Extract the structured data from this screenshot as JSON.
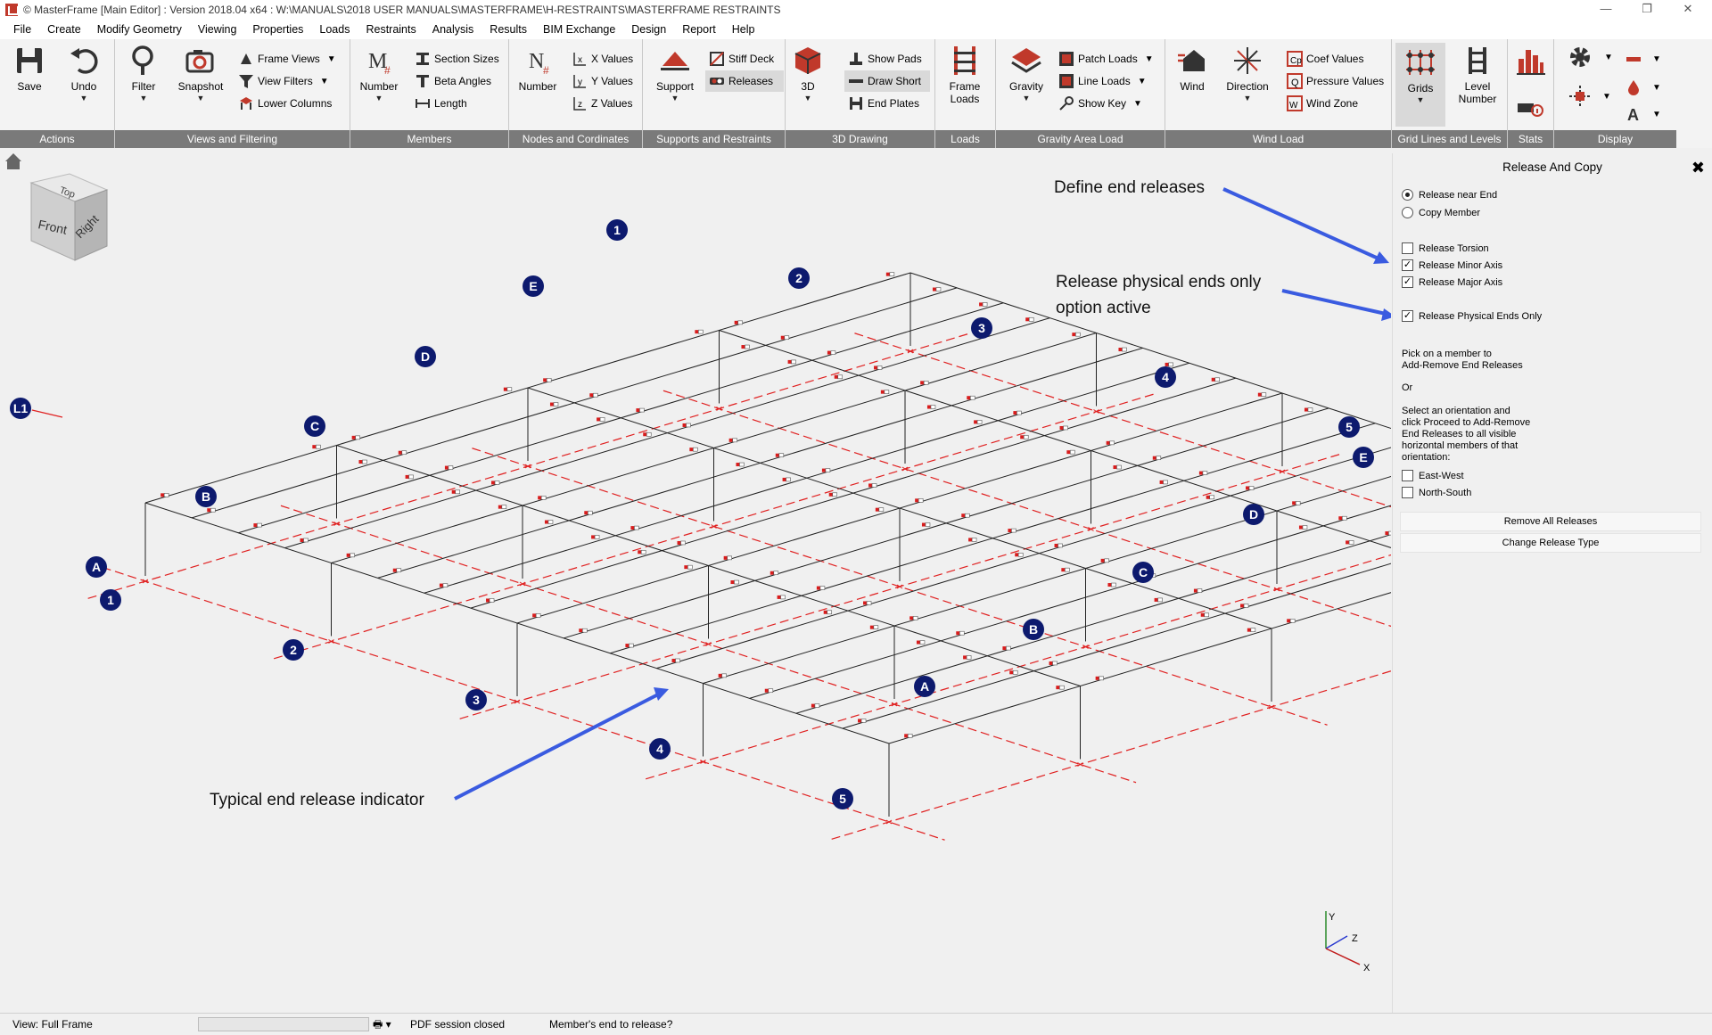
{
  "window": {
    "title": "© MasterFrame [Main Editor] : Version 2018.04 x64 : W:\\MANUALS\\2018 USER MANUALS\\MASTERFRAME\\H-RESTRAINTS\\MASTERFRAME RESTRAINTS",
    "minimize": "—",
    "restore": "❐",
    "close": "✕"
  },
  "menu": [
    "File",
    "Create",
    "Modify Geometry",
    "Viewing",
    "Properties",
    "Loads",
    "Restraints",
    "Analysis",
    "Results",
    "BIM Exchange",
    "Design",
    "Report",
    "Help"
  ],
  "ribbon": {
    "actions": {
      "label": "Actions",
      "save": "Save",
      "undo": "Undo"
    },
    "views": {
      "label": "Views and Filtering",
      "filter": "Filter",
      "snapshot": "Snapshot",
      "frame_views": "Frame Views",
      "view_filters": "View Filters",
      "lower_columns": "Lower Columns"
    },
    "members": {
      "label": "Members",
      "number": "Number",
      "section_sizes": "Section Sizes",
      "beta_angles": "Beta Angles",
      "length": "Length"
    },
    "nodes": {
      "label": "Nodes and Cordinates",
      "number": "Number",
      "x_values": "X Values",
      "y_values": "Y Values",
      "z_values": "Z Values"
    },
    "supports": {
      "label": "Supports and Restraints",
      "support": "Support",
      "stiff_deck": "Stiff Deck",
      "releases": "Releases"
    },
    "drawing": {
      "label": "3D Drawing",
      "three_d": "3D",
      "show_pads": "Show Pads",
      "draw_short": "Draw Short",
      "end_plates": "End Plates"
    },
    "loads": {
      "label": "Loads",
      "frame_loads_1": "Frame",
      "frame_loads_2": "Loads"
    },
    "gravity": {
      "label": "Gravity Area Load",
      "gravity": "Gravity",
      "patch_loads": "Patch Loads",
      "line_loads": "Line Loads",
      "show_key": "Show Key"
    },
    "wind": {
      "label": "Wind Load",
      "wind": "Wind",
      "direction": "Direction",
      "coef_values": "Coef Values",
      "pressure_values": "Pressure Values",
      "wind_zone": "Wind Zone"
    },
    "grids": {
      "label": "Grid Lines and Levels",
      "grids": "Grids",
      "level_1": "Level",
      "level_2": "Number"
    },
    "stats": {
      "label": "Stats"
    },
    "display": {
      "label": "Display"
    }
  },
  "viewcube": {
    "top": "Top",
    "front": "Front",
    "right": "Right"
  },
  "grid_labels": {
    "level": "L1",
    "numbers_front": [
      "1",
      "2",
      "3",
      "4",
      "5"
    ],
    "letters_left": [
      "A",
      "B",
      "C",
      "D",
      "E"
    ],
    "numbers_back": [
      "1",
      "2",
      "3",
      "4",
      "5"
    ],
    "letters_right": [
      "E",
      "D",
      "C",
      "B",
      "A"
    ]
  },
  "axes": {
    "y": "Y",
    "z": "Z",
    "x": "X"
  },
  "annotations": {
    "define": "Define end releases",
    "physical_1": "Release physical ends only",
    "physical_2": "option active",
    "typical": "Typical end release indicator"
  },
  "panel": {
    "title": "Release And Copy",
    "close": "✖",
    "radio": [
      {
        "label": "Release near End",
        "checked": true
      },
      {
        "label": "Copy Member",
        "checked": false
      }
    ],
    "checks": [
      {
        "label": "Release Torsion",
        "checked": false
      },
      {
        "label": "Release Minor Axis",
        "checked": true
      },
      {
        "label": "Release Major Axis",
        "checked": true
      },
      {
        "label": "Release Physical Ends Only",
        "checked": true
      }
    ],
    "pick_text_1": "Pick on a member to",
    "pick_text_2": "Add-Remove End Releases",
    "or_text": "Or",
    "select_lines": [
      "Select an orientation and",
      "click Proceed to Add-Remove",
      "End Releases to all visible",
      "horizontal members of that",
      "orientation:"
    ],
    "orient": [
      {
        "label": "East-West",
        "checked": false
      },
      {
        "label": "North-South",
        "checked": false
      }
    ],
    "remove_all": "Remove All Releases",
    "change_type": "Change Release Type"
  },
  "status": {
    "view": "View: Full Frame",
    "pdf": "PDF session closed",
    "prompt": "Member's end to release?"
  },
  "colors": {
    "grid_red": "#e02020",
    "release_red": "#d81c1c",
    "grid_badge": "#0d1a6e",
    "arrow_blue": "#3a5be0",
    "ribbon_label_bg": "#7a7a7a"
  }
}
